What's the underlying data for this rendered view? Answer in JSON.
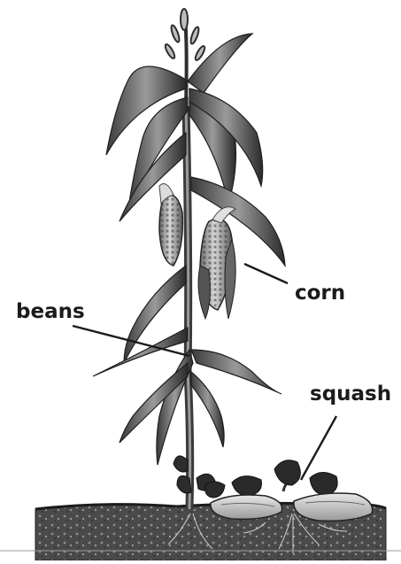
{
  "labels": {
    "beans": "beans",
    "corn": "corn",
    "squash": "squash"
  },
  "colors": {
    "ink": "#1b1b1b",
    "leaf_dark": "#2e2e2e",
    "leaf_mid": "#6b6b6b",
    "leaf_light": "#b5b5b5",
    "soil": "#3a3a3a",
    "soil_light": "#8a8a8a",
    "squash_fruit": "#d9d9d9",
    "background": "#ffffff"
  },
  "icons": {
    "corn_plant": "corn-stalk-illustration",
    "bean_vine": "bean-vine-illustration",
    "squash_plant": "squash-plant-illustration",
    "soil": "soil-ground-illustration"
  }
}
